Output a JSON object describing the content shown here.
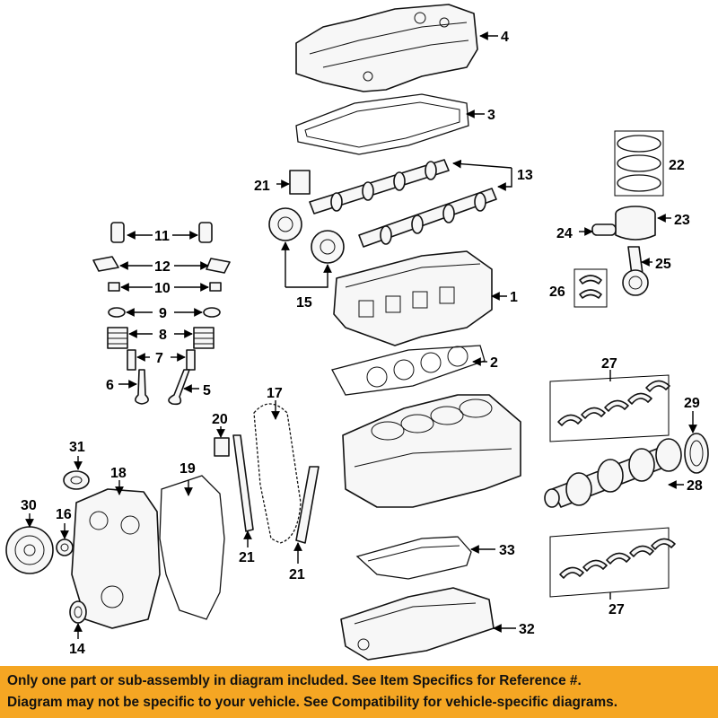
{
  "callouts": {
    "c1": "1",
    "c2": "2",
    "c3": "3",
    "c4": "4",
    "c5": "5",
    "c6": "6",
    "c7": "7",
    "c8": "8",
    "c9": "9",
    "c10": "10",
    "c11": "11",
    "c12": "12",
    "c13": "13",
    "c14": "14",
    "c15": "15",
    "c16": "16",
    "c17": "17",
    "c18": "18",
    "c19": "19",
    "c20": "20",
    "c21a": "21",
    "c21b": "21",
    "c21c": "21",
    "c22": "22",
    "c23": "23",
    "c24": "24",
    "c25": "25",
    "c26": "26",
    "c27a": "27",
    "c27b": "27",
    "c28": "28",
    "c29": "29",
    "c30": "30",
    "c31": "31",
    "c32": "32",
    "c33": "33"
  },
  "footer": {
    "line1": "Only one part or sub-assembly in diagram included. See Item Specifics for Reference #.",
    "line2": "Diagram may not be specific to your vehicle. See Compatibility for vehicle-specific diagrams.",
    "background": "#f5a623"
  }
}
